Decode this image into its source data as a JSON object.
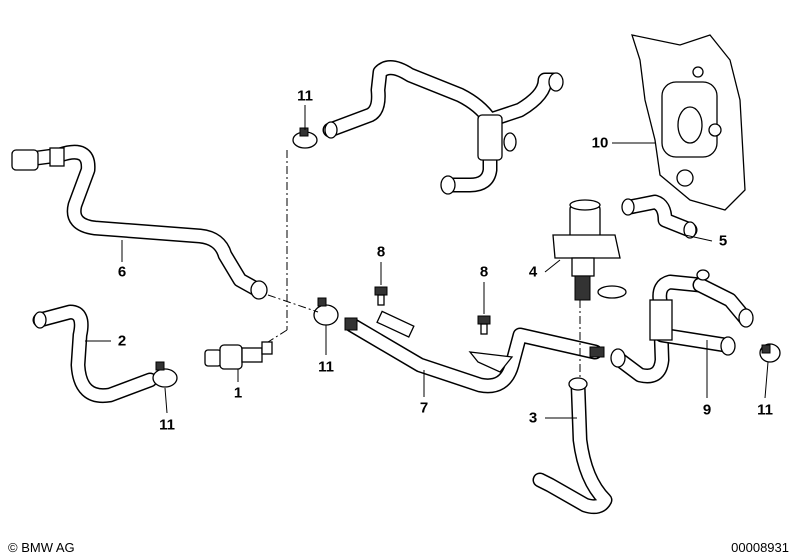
{
  "diagram": {
    "part_labels": [
      "11",
      "10",
      "6",
      "5",
      "4",
      "8",
      "8",
      "2",
      "11",
      "1",
      "7",
      "3",
      "9",
      "11",
      "11"
    ],
    "copyright": "© BMW AG",
    "diagram_number": "00008931"
  }
}
